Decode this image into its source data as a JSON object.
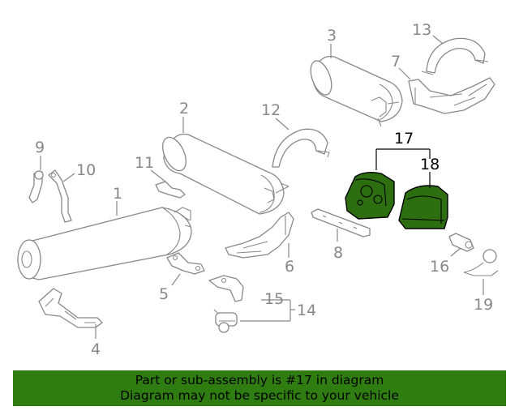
{
  "diagram": {
    "callouts": {
      "c1": "1",
      "c2": "2",
      "c3": "3",
      "c4": "4",
      "c5": "5",
      "c6": "6",
      "c7": "7",
      "c8": "8",
      "c9": "9",
      "c10": "10",
      "c11": "11",
      "c12": "12",
      "c13": "13",
      "c14": "14",
      "c15": "15",
      "c16": "16",
      "c17": "17",
      "c18": "18",
      "c19": "19"
    },
    "highlight_color": "#2d6e10",
    "callout_color": "#888888"
  },
  "banner": {
    "line1": "Part or sub-assembly is #17 in diagram",
    "line2": "Diagram may not be specific to your vehicle",
    "background": "#2f7d10"
  }
}
